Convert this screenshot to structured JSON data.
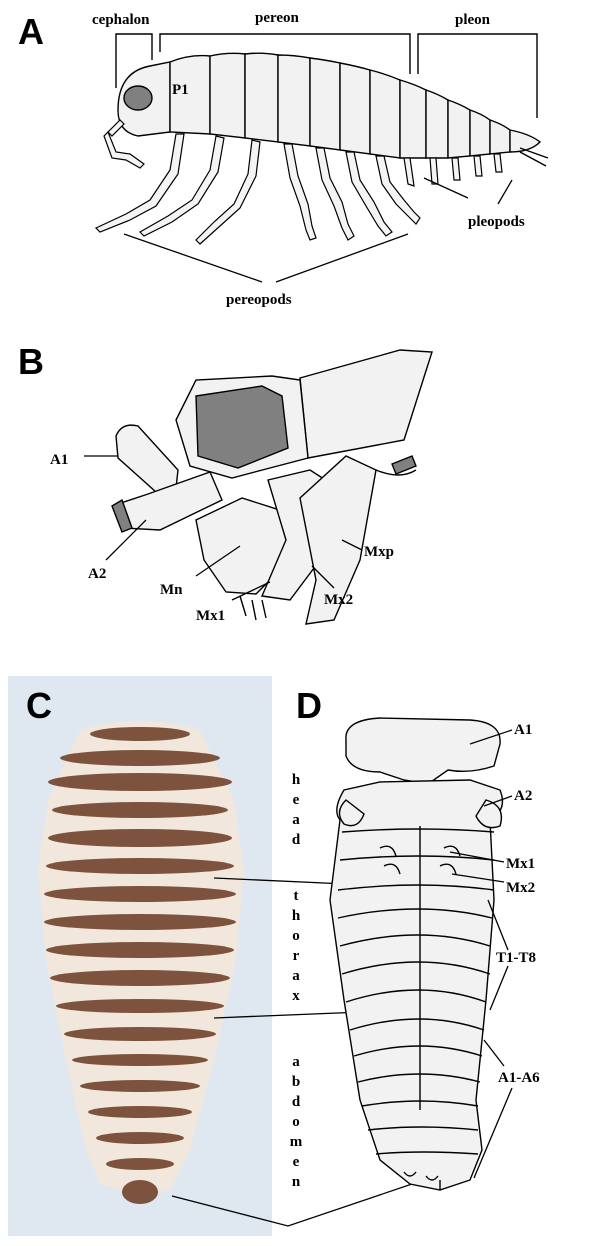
{
  "panels": {
    "a": {
      "letter": "A",
      "labels": {
        "cephalon": "cephalon",
        "pereon": "pereon",
        "pleon": "pleon",
        "p1": "P1",
        "pleopods": "pleopods",
        "pereopods": "pereopods"
      }
    },
    "b": {
      "letter": "B",
      "labels": {
        "a1": "A1",
        "a2": "A2",
        "mn": "Mn",
        "mx1": "Mx1",
        "mx2": "Mx2",
        "mxp": "Mxp"
      }
    },
    "c": {
      "letter": "C",
      "vertical_words": [
        "head",
        "thorax",
        "abdomen"
      ]
    },
    "d": {
      "letter": "D",
      "labels": {
        "a1": "A1",
        "a2": "A2",
        "mx1": "Mx1",
        "mx2": "Mx2",
        "t1_t8": "T1-T8",
        "a1_a6": "A1-A6"
      }
    }
  },
  "colors": {
    "outline": "#000000",
    "fill": "#f2f2f2",
    "eye": "#808080",
    "photo_bg": "#dfe7f0",
    "stain": "#6b3a22"
  }
}
